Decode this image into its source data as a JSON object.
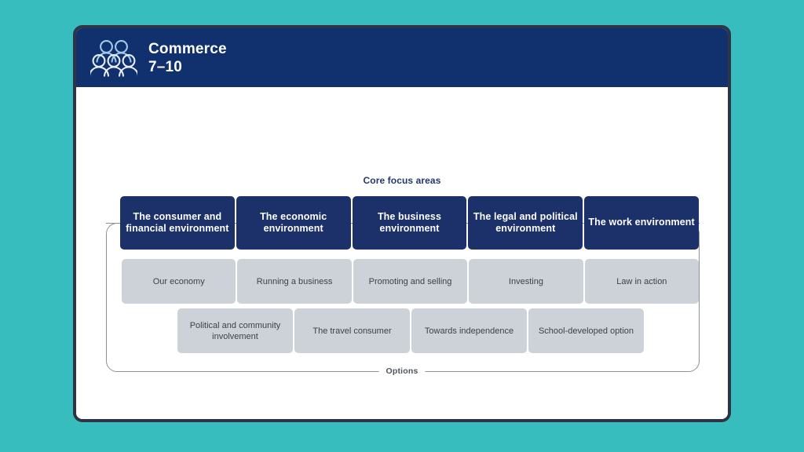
{
  "page": {
    "background_color": "#37bdbd",
    "card_border_color": "#2e3446",
    "card_background": "#ffffff"
  },
  "header": {
    "icon": "people-group-icon",
    "title": "Commerce",
    "years": "7–10",
    "background_color": "#10306e",
    "text_color": "#ffffff"
  },
  "core_focus": {
    "heading": "Core focus areas",
    "heading_color": "#21386f",
    "box_color": "#1c3069",
    "box_text_color": "#ffffff",
    "boxes": [
      {
        "label": "The consumer and financial environment"
      },
      {
        "label": "The economic environment"
      },
      {
        "label": "The business environment"
      },
      {
        "label": "The legal and political environment"
      },
      {
        "label": "The work environment"
      }
    ]
  },
  "options": {
    "label": "Options",
    "label_color": "#4f555c",
    "bracket_color": "#8b9199",
    "box_color": "#ccd2d7",
    "box_text_color": "#3c4248",
    "row_1": [
      {
        "label": "Our economy"
      },
      {
        "label": "Running a business"
      },
      {
        "label": "Promoting and selling"
      },
      {
        "label": "Investing"
      },
      {
        "label": "Law in action"
      }
    ],
    "row_2": [
      {
        "label": "Political and community involvement"
      },
      {
        "label": "The travel consumer"
      },
      {
        "label": "Towards independence"
      },
      {
        "label": "School-developed option"
      }
    ]
  }
}
